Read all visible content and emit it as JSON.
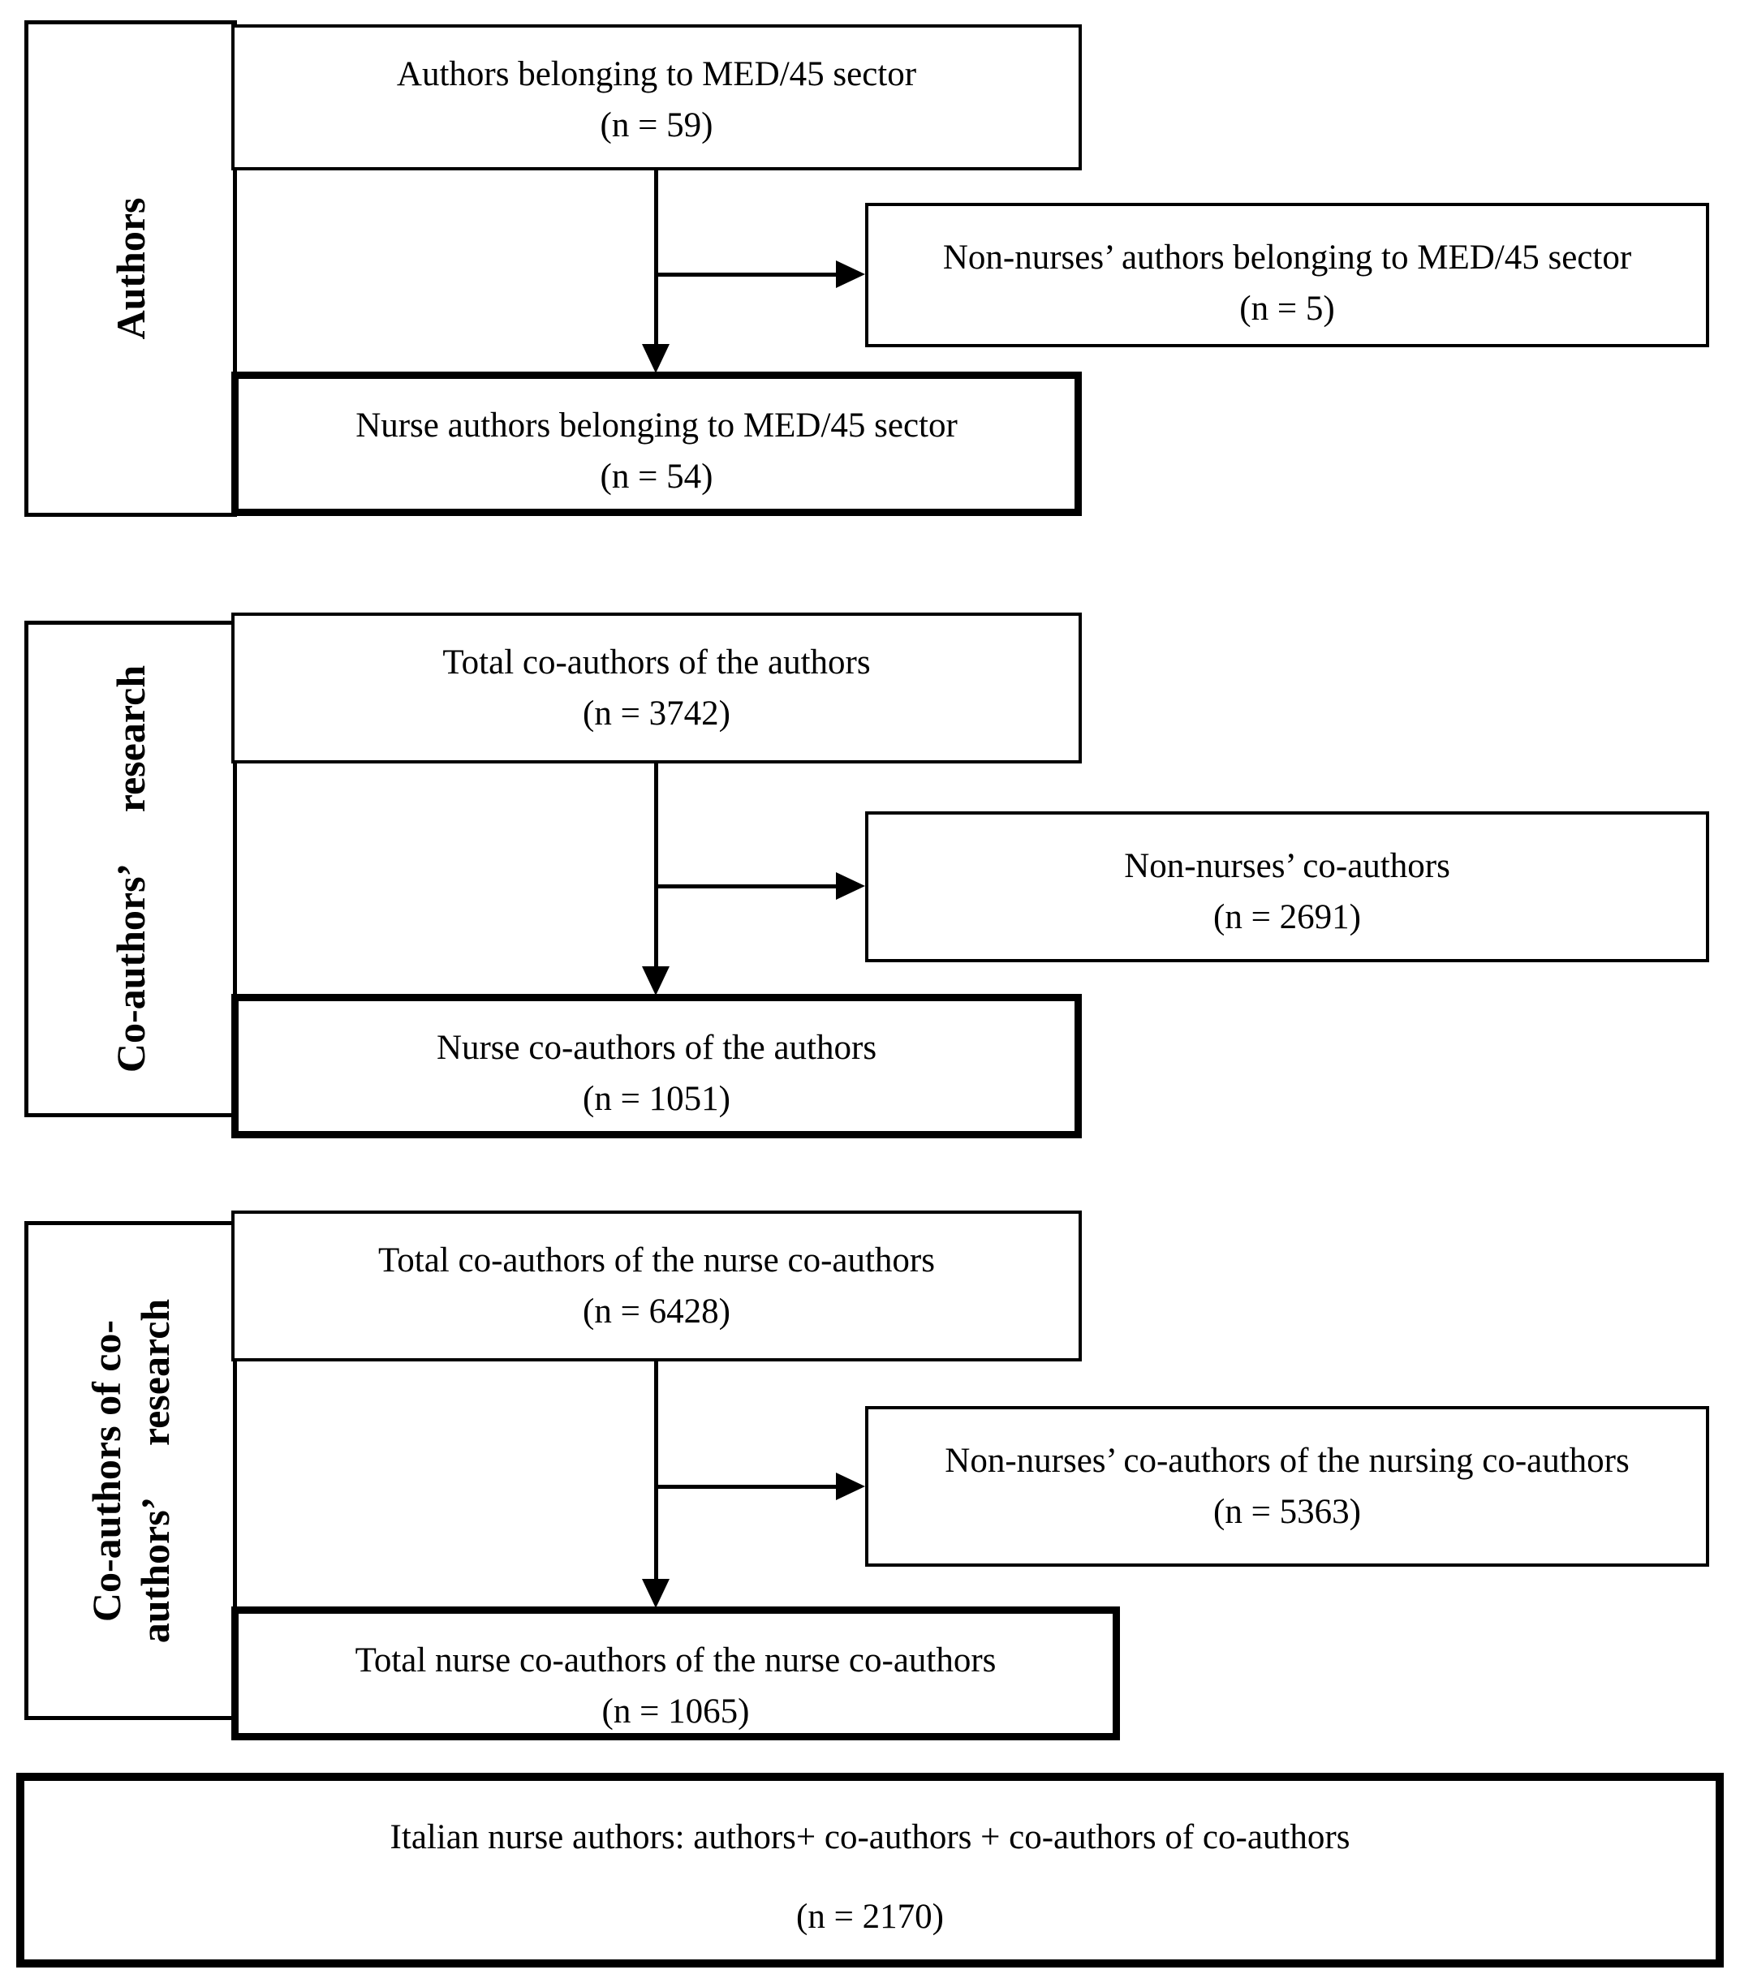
{
  "diagram": {
    "colors": {
      "background": "#ffffff",
      "line": "#000000",
      "text": "#000000"
    },
    "sections": [
      {
        "sidebar_label": "Authors",
        "top_box": {
          "label": "Authors belonging to MED/45 sector",
          "count": "(n = 59)"
        },
        "excluded_box": {
          "label": "Non-nurses’ authors belonging to MED/45 sector",
          "count": "(n = 5)"
        },
        "result_box": {
          "label": "Nurse authors belonging to MED/45 sector",
          "count": "(n = 54)"
        }
      },
      {
        "sidebar_label": "Co-authors’  research",
        "top_box": {
          "label": "Total co-authors of the authors",
          "count": "(n = 3742)"
        },
        "excluded_box": {
          "label": "Non-nurses’ co-authors",
          "count": "(n = 2691)"
        },
        "result_box": {
          "label": "Nurse co-authors of the authors",
          "count": "(n = 1051)"
        }
      },
      {
        "sidebar_label": "Co-authors of co-authors’  research",
        "top_box": {
          "label": "Total co-authors of the nurse co-authors",
          "count": "(n = 6428)"
        },
        "excluded_box": {
          "label": "Non-nurses’ co-authors of the nursing co-authors",
          "count": "(n = 5363)"
        },
        "result_box": {
          "label": "Total nurse co-authors of the nurse co-authors",
          "count": "(n = 1065)"
        }
      }
    ],
    "final_box": {
      "label": "Italian nurse authors: authors+ co-authors + co-authors of co-authors",
      "count": "(n = 2170)"
    }
  }
}
